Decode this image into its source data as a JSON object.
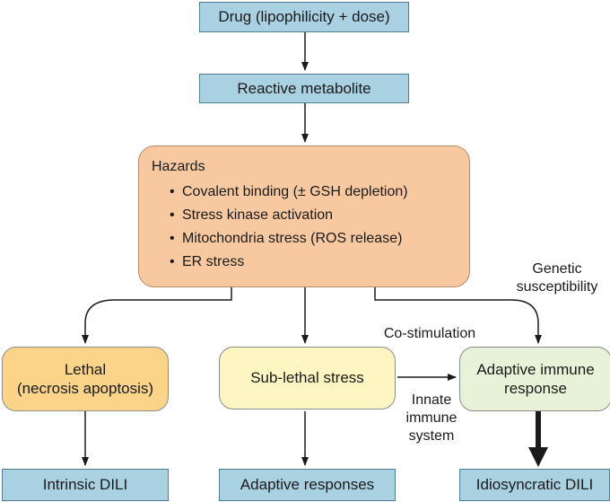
{
  "nodes": {
    "drug": "Drug (lipophilicity + dose)",
    "reactive_metabolite": "Reactive metabolite",
    "hazards_title": "Hazards",
    "hazards": [
      "Covalent binding (± GSH depletion)",
      "Stress kinase activation",
      "Mitochondria stress (ROS release)",
      "ER stress"
    ],
    "lethal_line1": "Lethal",
    "lethal_line2": "(necrosis apoptosis)",
    "sublethal": "Sub-lethal stress",
    "adaptive_immune_line1": "Adaptive immune",
    "adaptive_immune_line2": "response",
    "intrinsic_dili": "Intrinsic DILI",
    "adaptive_responses": "Adaptive responses",
    "idiosyncratic_dili": "Idiosyncratic DILI"
  },
  "labels": {
    "genetic_line1": "Genetic",
    "genetic_line2": "susceptibility",
    "costimulation": "Co-stimulation",
    "innate_line1": "Innate",
    "innate_line2": "immune",
    "innate_line3": "system"
  },
  "bullet": "•",
  "colors": {
    "blue_box": "#a9d1e2",
    "hazards_box": "#f8c9a0",
    "lethal_box": "#fbd489",
    "sublethal_box": "#fdf6c3",
    "immune_box": "#e8f2d8",
    "arrow": "#1a1a1a"
  }
}
